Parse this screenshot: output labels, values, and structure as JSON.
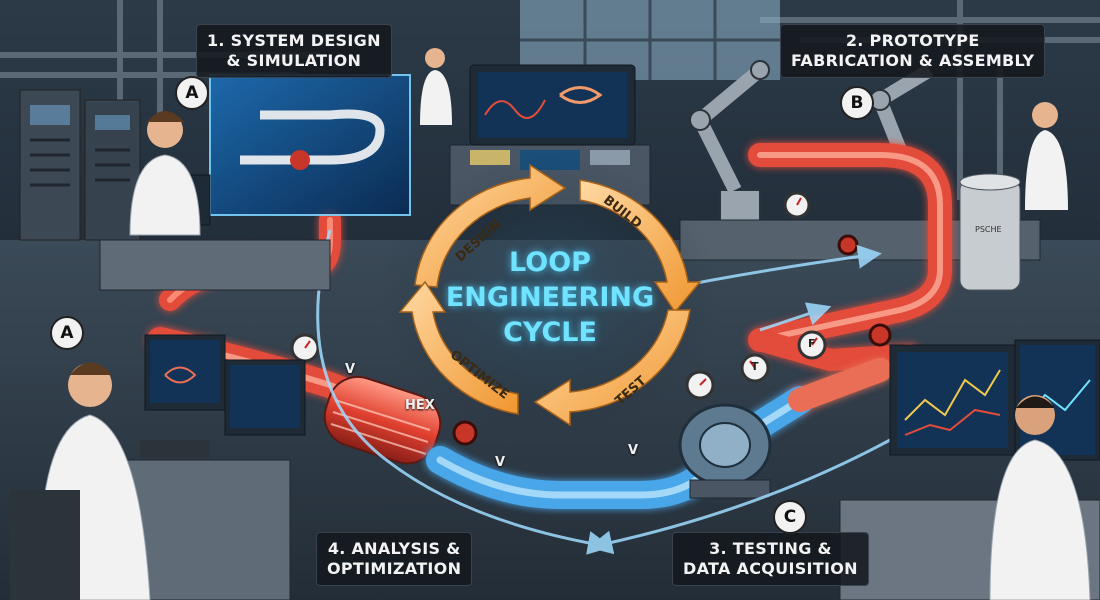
{
  "center": {
    "line1": "LOOP",
    "line2": "ENGINEERING",
    "line3": "CYCLE"
  },
  "cycle_arrows": [
    {
      "key": "design",
      "label": "DESIGN"
    },
    {
      "key": "build",
      "label": "BUILD"
    },
    {
      "key": "test",
      "label": "TEST"
    },
    {
      "key": "optimize",
      "label": "OPTIMIZE"
    }
  ],
  "stages": {
    "design": {
      "line1": "1. SYSTEM DESIGN",
      "line2": "& SIMULATION",
      "marker": "A"
    },
    "prototype": {
      "line1": "2. PROTOTYPE",
      "line2": "FABRICATION & ASSEMBLY",
      "marker": "B"
    },
    "testing": {
      "line1": "3. TESTING &",
      "line2": "DATA ACQUISITION",
      "marker": "C"
    },
    "analysis": {
      "line1": "4. ANALYSIS &",
      "line2": "OPTIMIZATION",
      "marker": "A"
    }
  },
  "equipment_labels": {
    "hex": "HEX",
    "valve_v1": "V",
    "valve_v2": "V",
    "valve_v3": "V",
    "gauge_t": "T",
    "gauge_f": "F",
    "tank": "PSCHE"
  },
  "colors": {
    "background": "#1b2530",
    "hot_pipe": "#e34b3a",
    "hot_glow": "#ff8a6a",
    "cold_pipe": "#4aa6e8",
    "cold_glow": "#9fdcff",
    "cycle_arrow": "#f5b86a",
    "title_glow": "#6fe3ff"
  }
}
